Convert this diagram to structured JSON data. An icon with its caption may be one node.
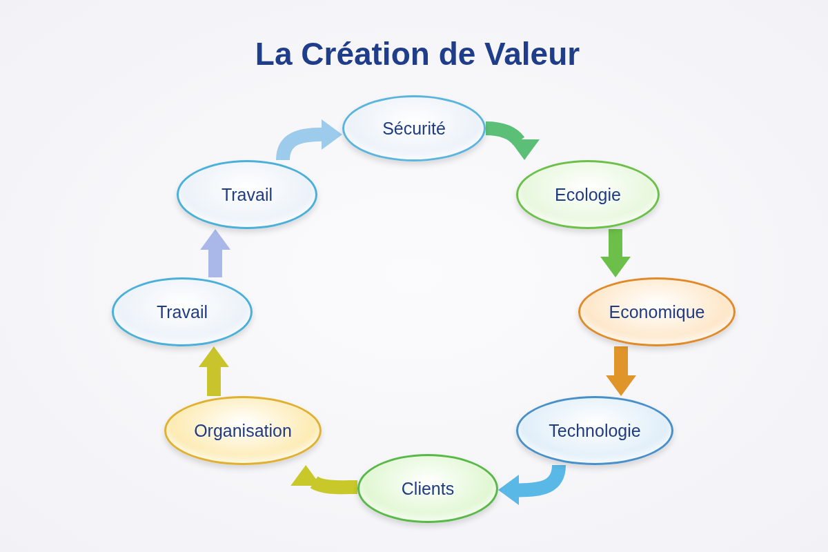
{
  "diagram": {
    "title": "La Création de Valeur",
    "nodes": [
      {
        "text": [
          "Sécurité"
        ]
      },
      {
        "text": [
          "Ecologie"
        ]
      },
      {
        "text": [
          "Economique"
        ]
      },
      {
        "text": [
          "Technologie"
        ]
      },
      {
        "text": [
          "Clients"
        ]
      },
      {
        "text": [
          "Organisation"
        ]
      },
      {
        "text": [
          "Travail"
        ]
      },
      {
        "text": [
          "Travail"
        ]
      }
    ],
    "edges": [
      {
        "from": 7,
        "to": 0,
        "arrow": "to",
        "color": "#9ccbec"
      },
      {
        "from": 0,
        "to": 1,
        "arrow": "to",
        "color": "#5cbf78"
      },
      {
        "from": 1,
        "to": 2,
        "arrow": "to",
        "color": "#6cc04a"
      },
      {
        "from": 2,
        "to": 3,
        "arrow": "to",
        "color": "#e0952a"
      },
      {
        "from": 3,
        "to": 4,
        "arrow": "to",
        "color": "#5ab8e6"
      },
      {
        "from": 4,
        "to": 5,
        "arrow": "to",
        "color": "#c8c82a"
      },
      {
        "from": 5,
        "to": 6,
        "arrow": "to",
        "color": "#c9c42c"
      },
      {
        "from": 6,
        "to": 7,
        "arrow": "to",
        "color": "#a9b8e8"
      }
    ]
  }
}
